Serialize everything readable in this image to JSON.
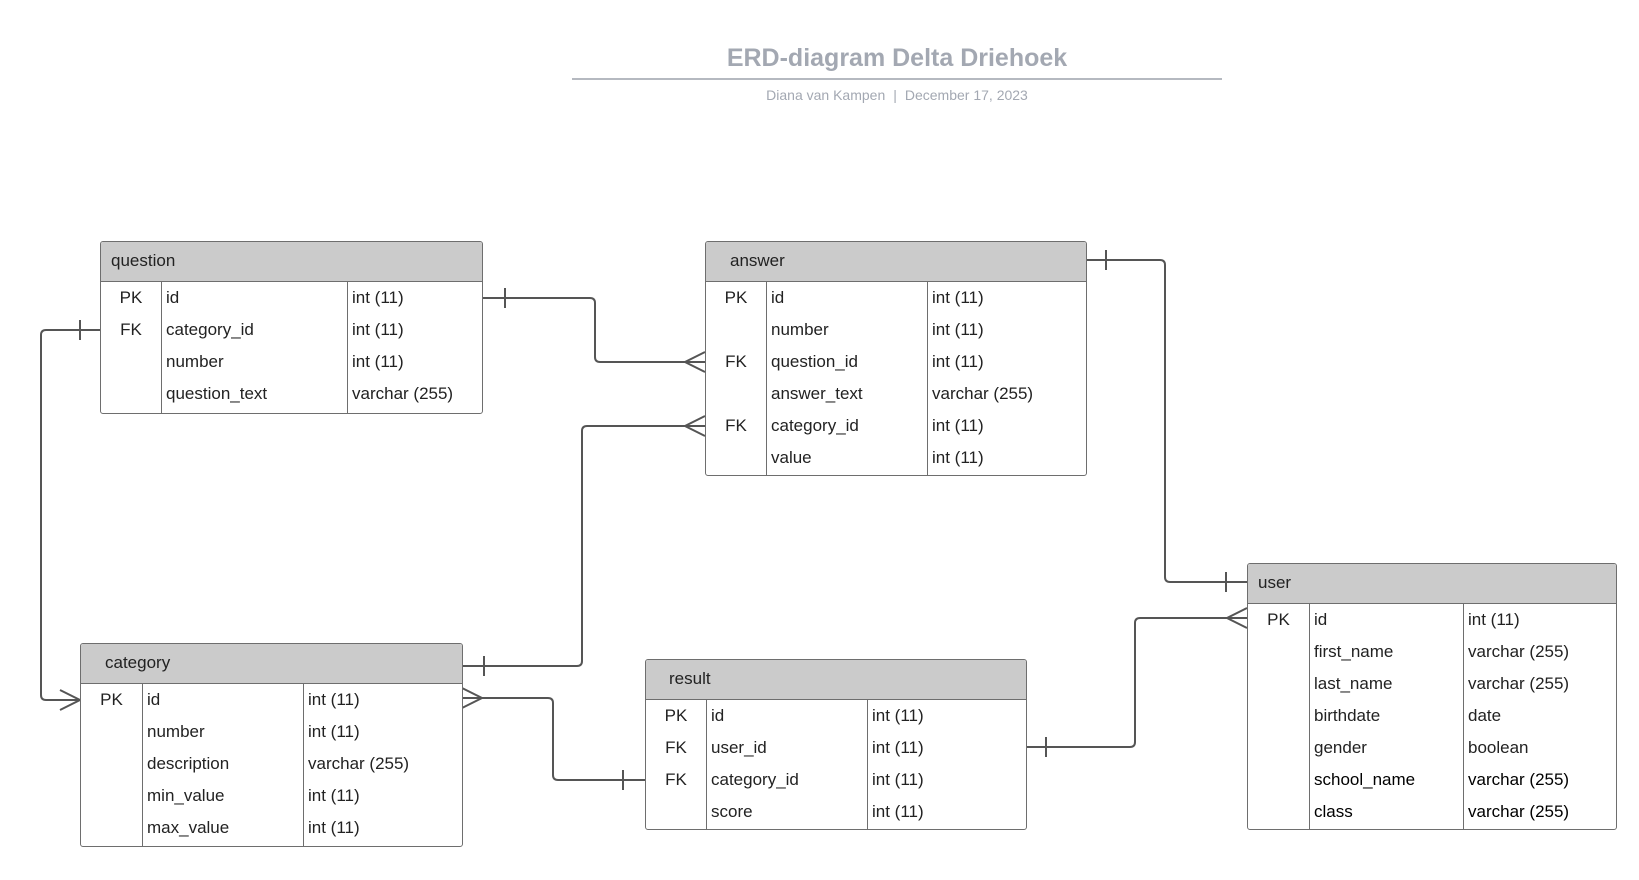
{
  "diagram": {
    "title": "ERD-diagram Delta Driehoek",
    "author": "Diana van Kampen",
    "separator": "|",
    "date": "December 17, 2023"
  },
  "entities": {
    "question": {
      "name": "question",
      "rows": [
        {
          "key": "PK",
          "name": "id",
          "type": "int (11)"
        },
        {
          "key": "FK",
          "name": "category_id",
          "type": "int (11)"
        },
        {
          "key": "",
          "name": "number",
          "type": "int (11)"
        },
        {
          "key": "",
          "name": "question_text",
          "type": "varchar (255)"
        }
      ]
    },
    "answer": {
      "name": "answer",
      "rows": [
        {
          "key": "PK",
          "name": "id",
          "type": "int (11)"
        },
        {
          "key": "",
          "name": "number",
          "type": "int (11)"
        },
        {
          "key": "FK",
          "name": "question_id",
          "type": "int (11)"
        },
        {
          "key": "",
          "name": "answer_text",
          "type": "varchar (255)"
        },
        {
          "key": "FK",
          "name": "category_id",
          "type": "int (11)"
        },
        {
          "key": "",
          "name": "value",
          "type": "int (11)"
        }
      ]
    },
    "category": {
      "name": "category",
      "rows": [
        {
          "key": "PK",
          "name": "id",
          "type": "int (11)"
        },
        {
          "key": "",
          "name": "number",
          "type": "int (11)"
        },
        {
          "key": "",
          "name": "description",
          "type": "varchar (255)"
        },
        {
          "key": "",
          "name": "min_value",
          "type": "int (11)"
        },
        {
          "key": "",
          "name": "max_value",
          "type": "int (11)"
        }
      ]
    },
    "result": {
      "name": "result",
      "rows": [
        {
          "key": "PK",
          "name": "id",
          "type": "int (11)"
        },
        {
          "key": "FK",
          "name": "user_id",
          "type": "int (11)"
        },
        {
          "key": "FK",
          "name": "category_id",
          "type": "int (11)"
        },
        {
          "key": "",
          "name": "score",
          "type": "int (11)"
        }
      ]
    },
    "user": {
      "name": "user",
      "rows": [
        {
          "key": "PK",
          "name": "id",
          "type": "int (11)"
        },
        {
          "key": "",
          "name": "first_name",
          "type": "varchar (255)"
        },
        {
          "key": "",
          "name": "last_name",
          "type": "varchar (255)"
        },
        {
          "key": "",
          "name": "birthdate",
          "type": "date"
        },
        {
          "key": "",
          "name": "gender",
          "type": "boolean"
        },
        {
          "key": "",
          "name": "school_name",
          "type": "varchar (255)"
        },
        {
          "key": "",
          "name": "class",
          "type": "varchar (255)"
        }
      ]
    }
  },
  "relationships": [
    {
      "from": "question.id",
      "to": "answer.question_id",
      "from_end": "one",
      "to_end": "many"
    },
    {
      "from": "category.id",
      "to": "question.category_id",
      "from_end": "many",
      "to_end": "one"
    },
    {
      "from": "category.id",
      "to": "answer.category_id",
      "from_end": "one",
      "to_end": "many"
    },
    {
      "from": "category.id",
      "to": "result.category_id",
      "from_end": "many",
      "to_end": "one"
    },
    {
      "from": "answer",
      "to": "user",
      "from_end": "one",
      "to_end": "one"
    },
    {
      "from": "user.id",
      "to": "result.user_id",
      "from_end": "many",
      "to_end": "one"
    }
  ],
  "colors": {
    "header_fill": "#cbcbcb",
    "border": "#6e6e6e",
    "connector": "#555555",
    "title_text": "#a3a8b2"
  }
}
